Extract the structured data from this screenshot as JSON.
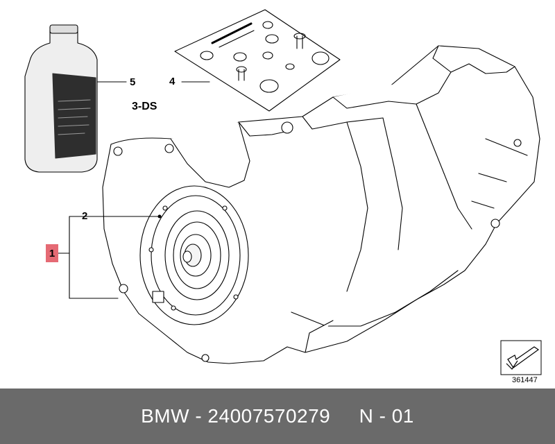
{
  "callouts": {
    "c1": "1",
    "c2": "2",
    "c3": "3-DS",
    "c4": "4",
    "c5": "5"
  },
  "reference_number": "361447",
  "footer": {
    "text": "BMW - 24007570279     N - 01"
  },
  "icons": {
    "direction": "arrow-direction-icon"
  },
  "colors": {
    "highlight": "#e56a74",
    "footer_bg": "#6a6a6a",
    "footer_text": "#ffffff"
  }
}
